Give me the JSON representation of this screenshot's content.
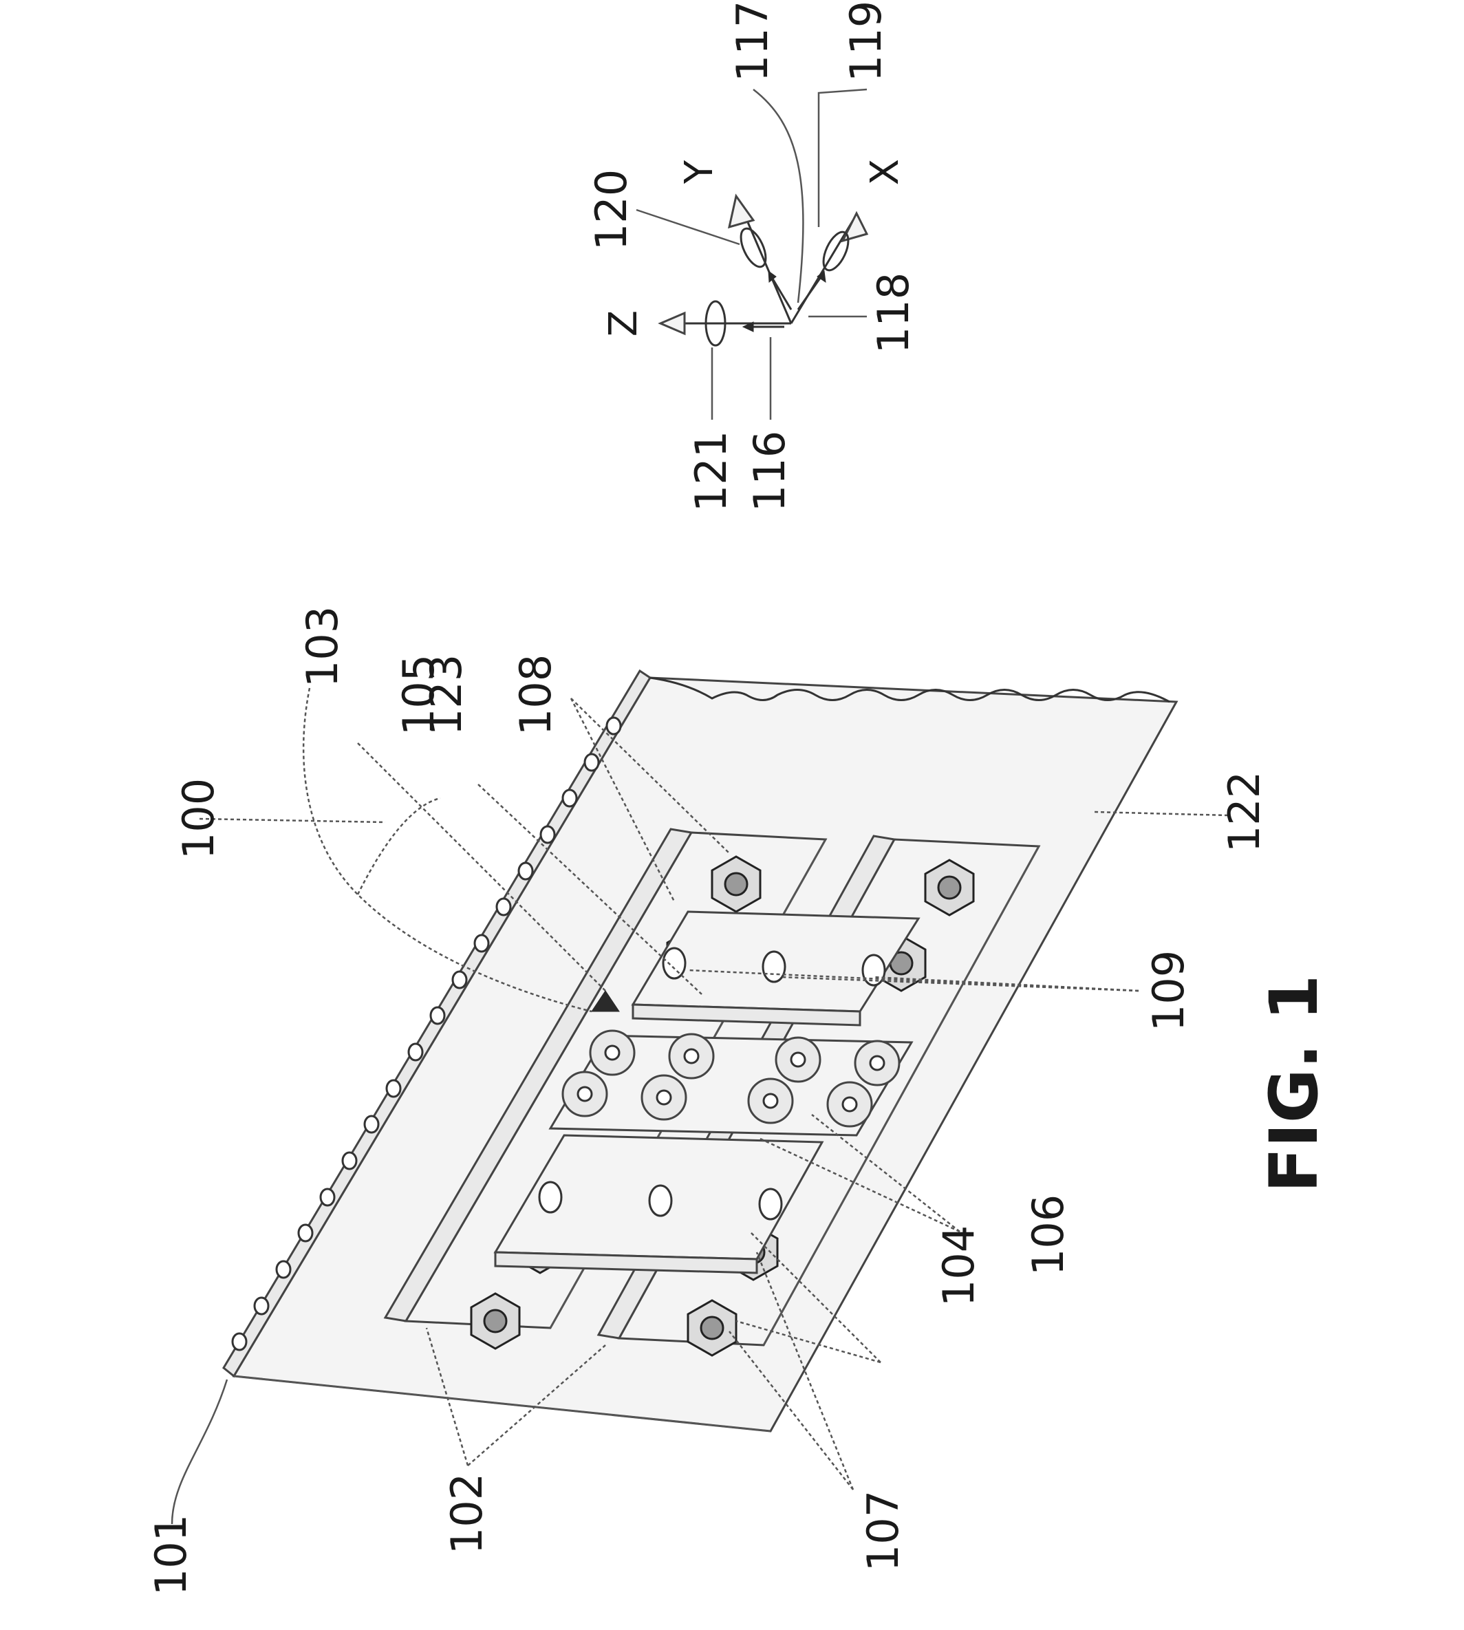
{
  "figure": {
    "caption": "FIG. 1"
  },
  "reference_numerals": {
    "n100": "100",
    "n101": "101",
    "n102": "102",
    "n103": "103",
    "n104": "104",
    "n105": "105",
    "n106": "106",
    "n107": "107",
    "n108": "108",
    "n109": "109",
    "n116": "116",
    "n117": "117",
    "n118": "118",
    "n119": "119",
    "n120": "120",
    "n121": "121",
    "n122": "122",
    "n123": "123"
  },
  "axes": {
    "x": "X",
    "y": "Y",
    "z": "Z"
  },
  "colors": {
    "ink": "#1a1a1a",
    "background": "#ffffff"
  }
}
